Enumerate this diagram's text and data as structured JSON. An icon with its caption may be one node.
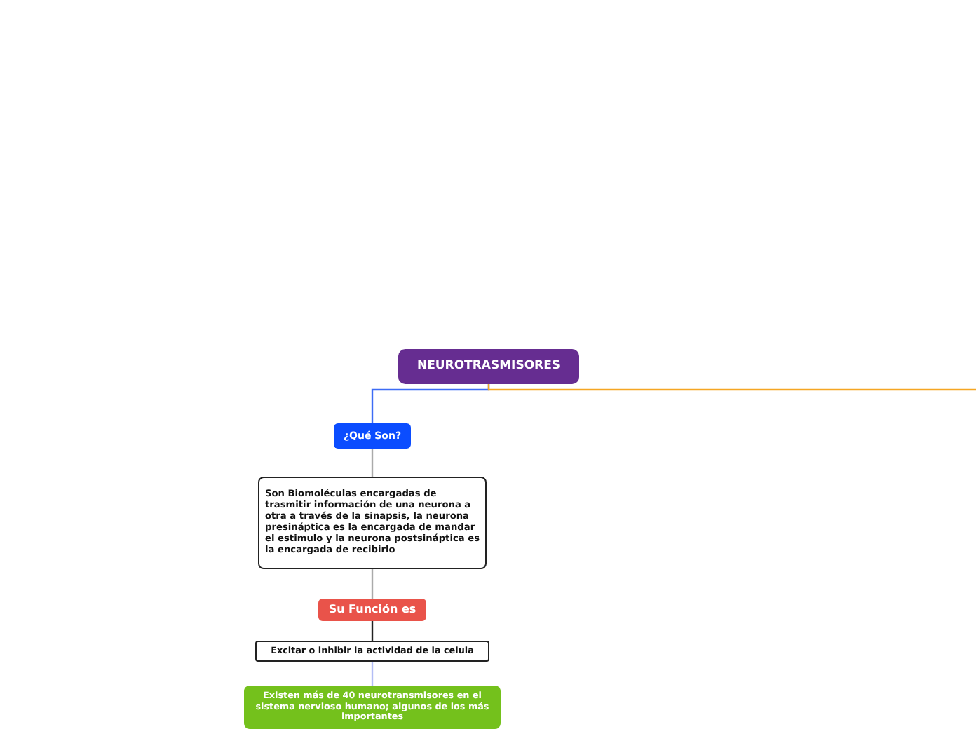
{
  "diagram": {
    "nodes": [
      {
        "text": [
          "NEUROTRASMISORES"
        ]
      },
      {
        "text": [
          "¿Qué Son?"
        ]
      },
      {
        "text": [
          "Son Biomoléculas encargadas de trasmitir información de una neurona a otra a través de la sinapsis, la neurona presináptica es la encargada de mandar el estimulo y la neurona postsináptica es la encargada de recibirlo"
        ]
      },
      {
        "text": [
          "Su Función es"
        ]
      },
      {
        "text": [
          "Excitar o inhibir la actividad de la celula"
        ]
      },
      {
        "text": [
          "Existen más de 40 neurotransmisores en el sistema nervioso humano; algunos de los más importantes"
        ]
      }
    ],
    "edges": [
      {
        "from": 0,
        "to": 1,
        "arrow": "none",
        "color": "#3d6cf5"
      },
      {
        "from": 0,
        "to": null,
        "arrow": "none",
        "color": "#f5a623"
      },
      {
        "from": 1,
        "to": 2,
        "arrow": "none"
      },
      {
        "from": 2,
        "to": 3,
        "arrow": "none"
      },
      {
        "from": 3,
        "to": 4,
        "arrow": "none",
        "color": "#222222"
      },
      {
        "from": 4,
        "to": 5,
        "arrow": "none",
        "color": "#b3bdf5"
      }
    ]
  }
}
